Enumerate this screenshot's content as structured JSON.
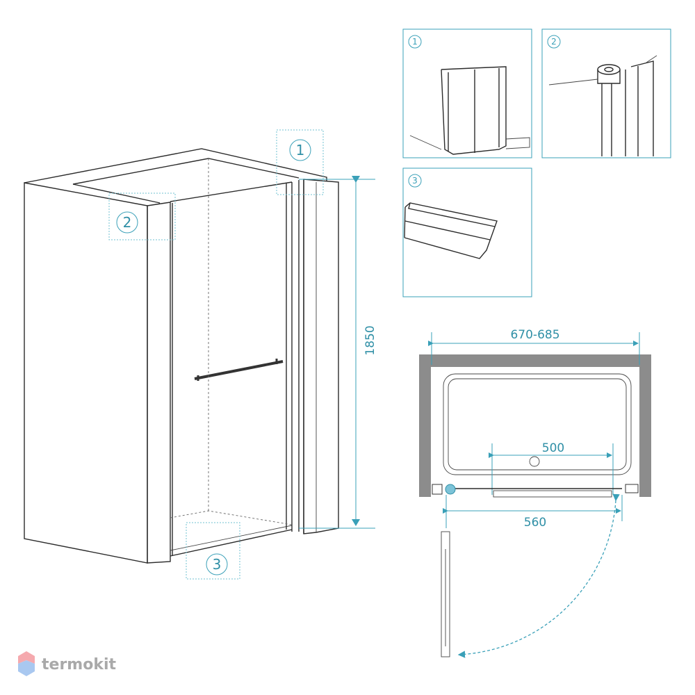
{
  "colors": {
    "dimension": "#3aa0b8",
    "wall": "#8c8c8c",
    "lines": "#2b2b2b",
    "logo_top": "#f5a9ae",
    "logo_bottom": "#a9c8f0"
  },
  "callouts": {
    "one": "1",
    "two": "2",
    "three": "3"
  },
  "details": {
    "one": "1",
    "two": "2",
    "three": "3"
  },
  "dimensions": {
    "height": "1850",
    "width_range": "670-685",
    "handle": "500",
    "door": "560"
  },
  "logo": {
    "text": "termokit"
  }
}
